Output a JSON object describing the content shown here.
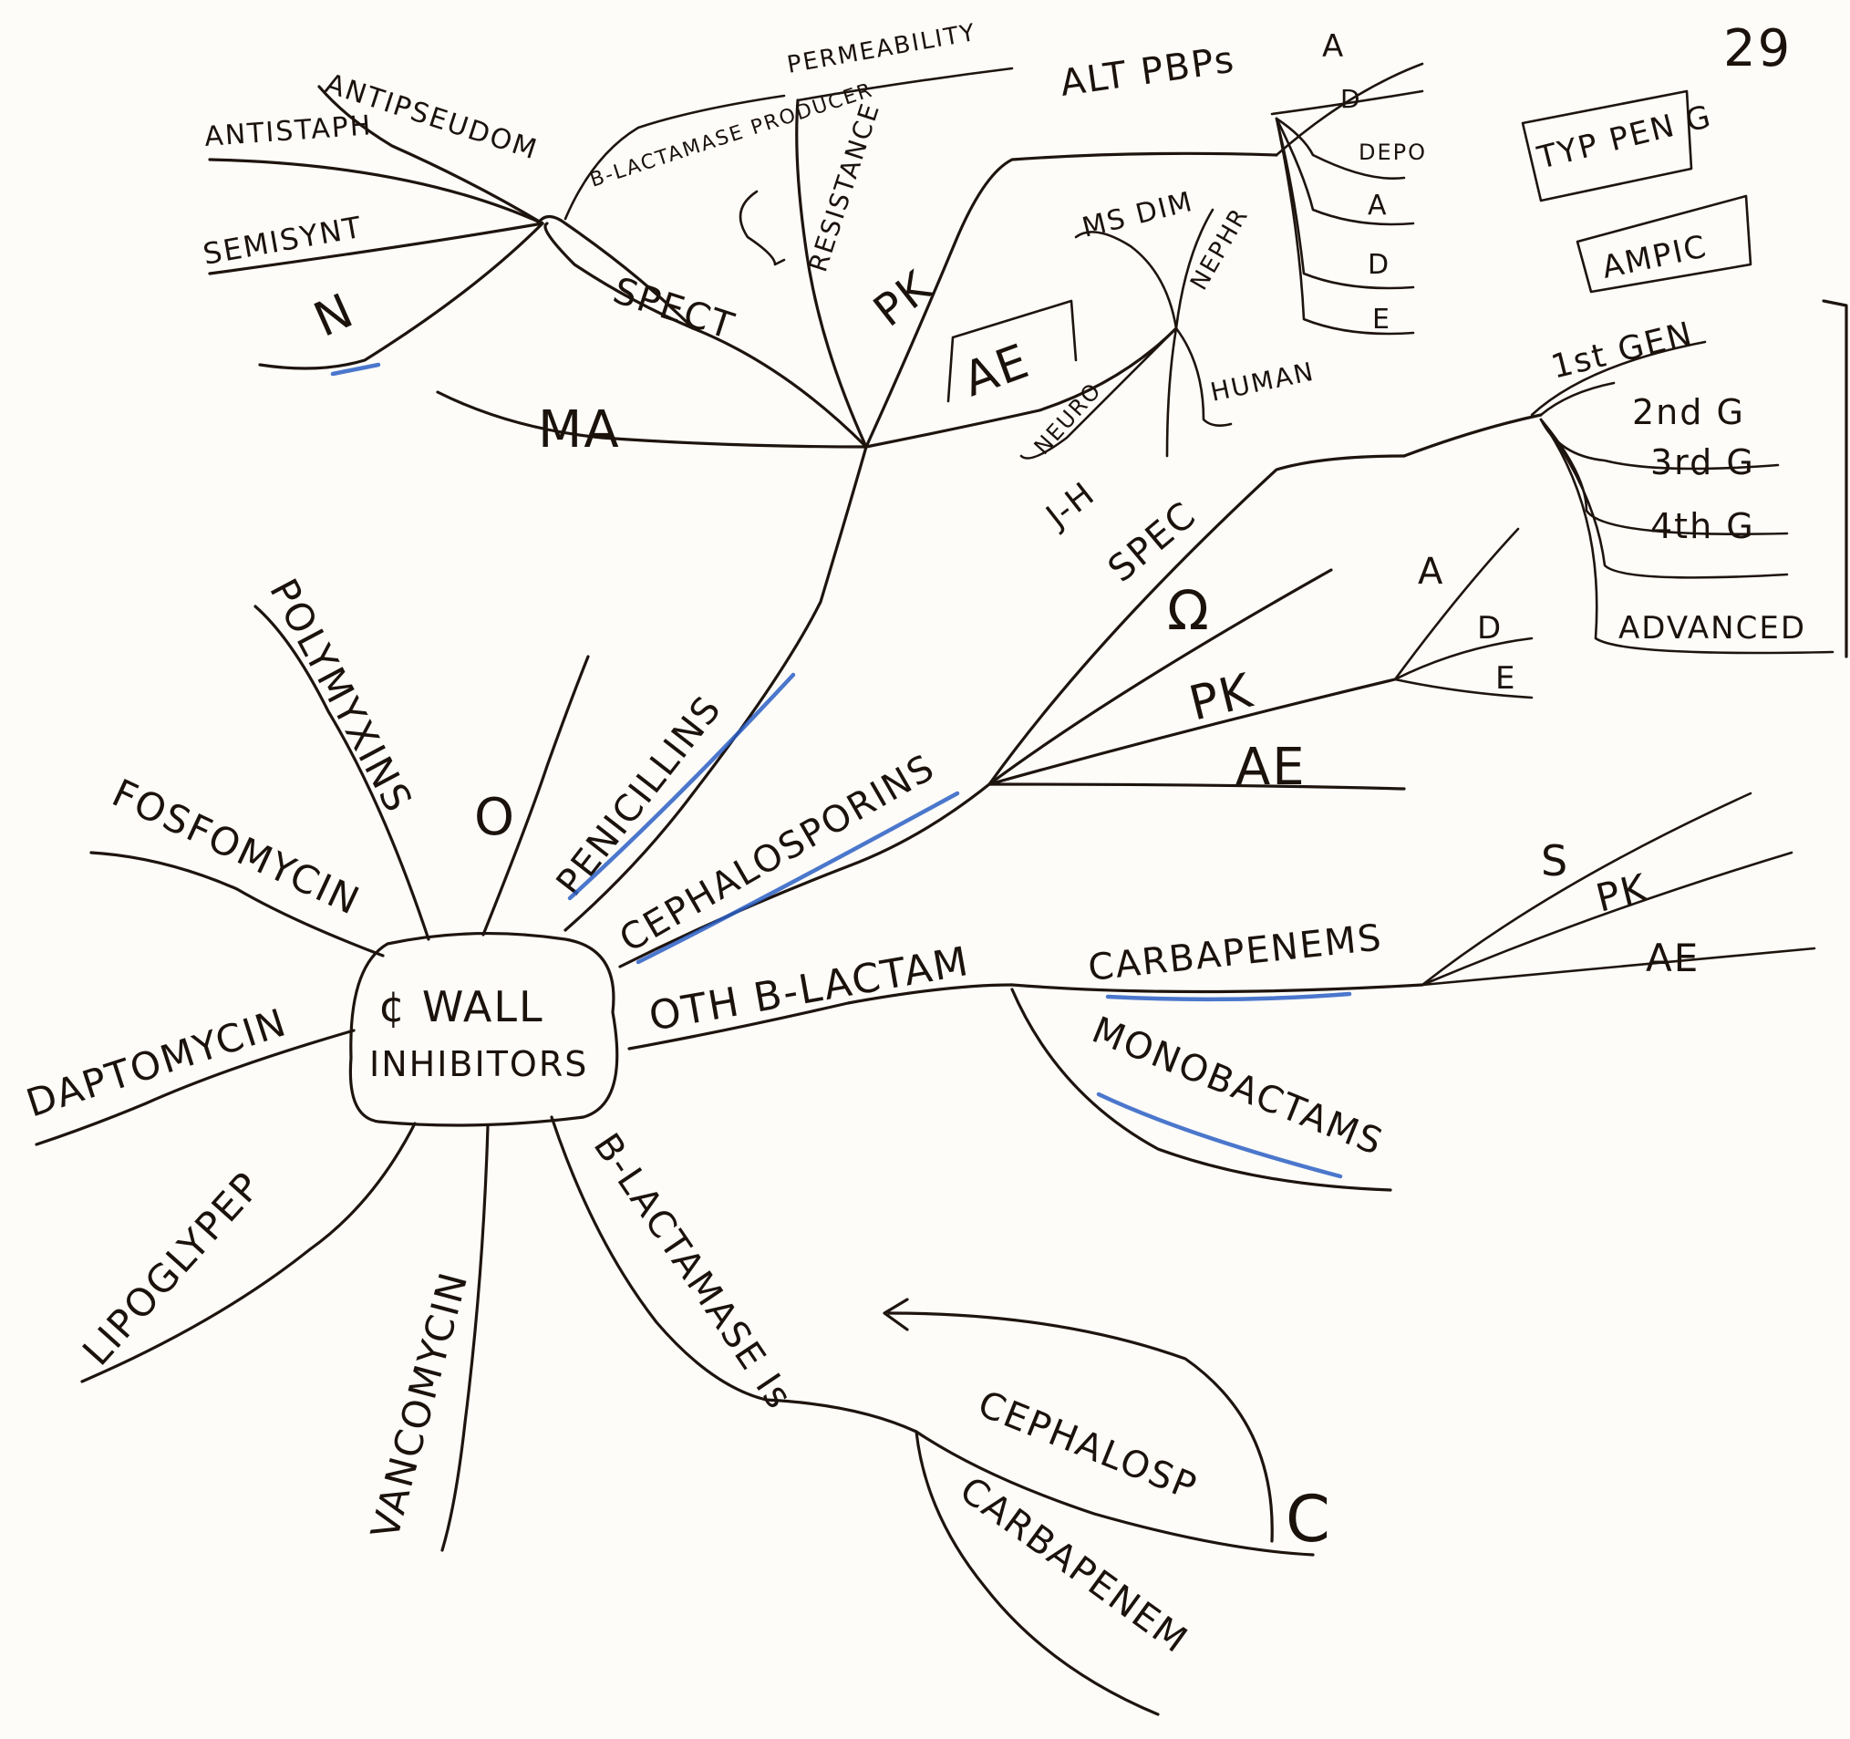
{
  "page_number": "29",
  "colors": {
    "ink": "#1e140e",
    "highlight": "#2b5fc4",
    "paper": "#fdfcf9"
  },
  "center": {
    "line1": "¢ WALL",
    "line2": "INHIBITORS"
  },
  "branches": {
    "polymyxins": "POLYMYXINS",
    "o": "O",
    "fosfomycin": "FOSFOMYCIN",
    "daptomycin": "DAPTOMYCIN",
    "lipoglypep": "LIPOGLYPEP",
    "vancomycin": "VANCOMYCIN",
    "blactamase_is": "B-LACTAMASE Is",
    "penicillins": "PENICILLINS",
    "cephalosporins": "CEPHALOSPORINS",
    "other_blactam": "OTH B-LACTAM"
  },
  "penicillin_tree": {
    "ma": "MA",
    "spect": "SPECT",
    "pk": "PK",
    "ae": "AE",
    "bactericide_prod": "B-LACTAMASE PRODUCER",
    "n": "N",
    "antipseudom": "ANTIPSEUDOM",
    "antistaph": "ANTISTAPH",
    "semisynt": "SEMISYNT",
    "resistance": "RESISTANCE",
    "permeability": "PERMEABILITY",
    "alt_pbps": "ALT PBPs",
    "pbp_sub": [
      "A",
      "D",
      "DEPO",
      "A",
      "D",
      "E"
    ],
    "ms_dim": "MS DIM",
    "nephr": "NEPHR",
    "neuro": "NEURO",
    "human": "HUMAN",
    "ja": "J-H",
    "typ_penc": "TYP PEN G",
    "ampic": "AMPIC"
  },
  "cephalosporin_tree": {
    "spec": "SPEC",
    "omega": "Ω",
    "pk": "PK",
    "ae": "AE",
    "generations": [
      "1st GEN",
      "2nd G",
      "3rd G",
      "4th G",
      "ADVANCED"
    ],
    "ade": [
      "A",
      "D",
      "E"
    ]
  },
  "other_blactam_tree": {
    "carbapenems": "CARBAPENEMS",
    "monobactams": "MONOBACTAMS",
    "sub": [
      "S",
      "PK",
      "AE"
    ]
  },
  "blactamase_tree": {
    "cephalosp": "CEPHALOSP",
    "c": "C",
    "carbapenem": "CARBAPENEM"
  }
}
